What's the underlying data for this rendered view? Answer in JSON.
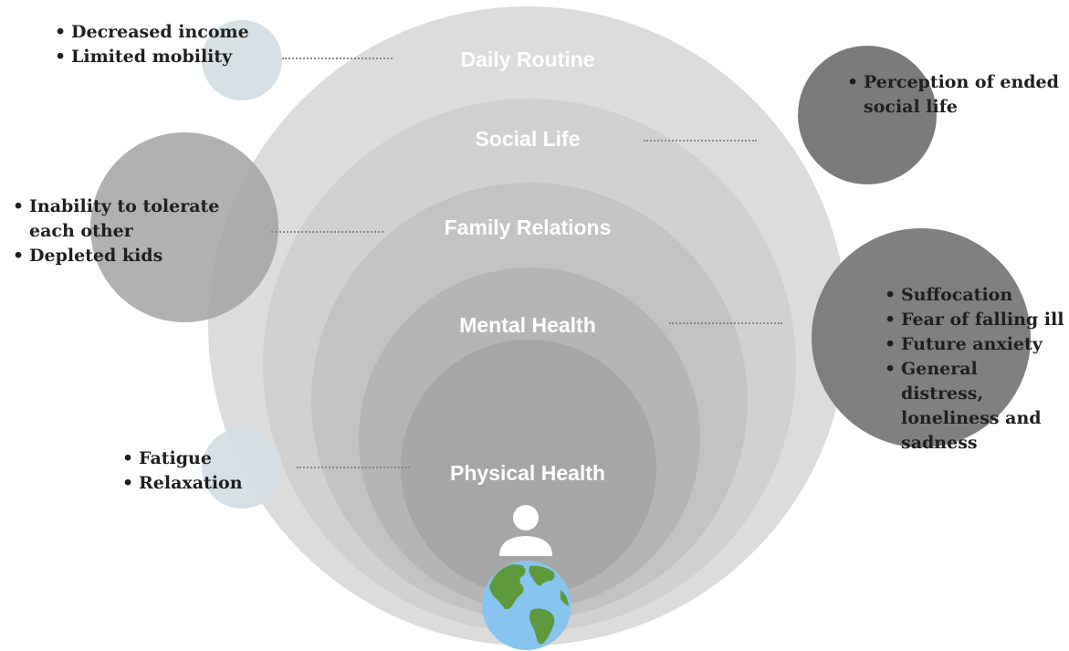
{
  "layers": [
    {
      "label": "Daily Routine"
    },
    {
      "label": "Social Life"
    },
    {
      "label": "Family Relations"
    },
    {
      "label": "Mental Health"
    },
    {
      "label": "Physical Health"
    }
  ],
  "callouts": {
    "daily_routine": [
      "Decreased income",
      "Limited mobility"
    ],
    "social_life": [
      "Perception of ended social life"
    ],
    "family_relations": [
      "Inability to tolerate each other",
      "Depleted kids"
    ],
    "mental_health": [
      "Suffocation",
      "Fear of falling ill",
      "Future anxiety",
      "General distress, loneliness and sadness"
    ],
    "physical_health": [
      "Fatigue",
      "Relaxation"
    ]
  },
  "icons": {
    "person": "person-icon",
    "globe": "globe-icon"
  },
  "colors": {
    "layer1": "#dcdcdc",
    "layer2": "#d0d0d0",
    "layer3": "#c3c3c3",
    "layer4": "#b5b5b5",
    "layer5": "#a6a6a6",
    "light_bubble": "#d3dde3",
    "mid_bubble": "#a3a3a3",
    "dark_bubble": "#7b7b7b"
  }
}
